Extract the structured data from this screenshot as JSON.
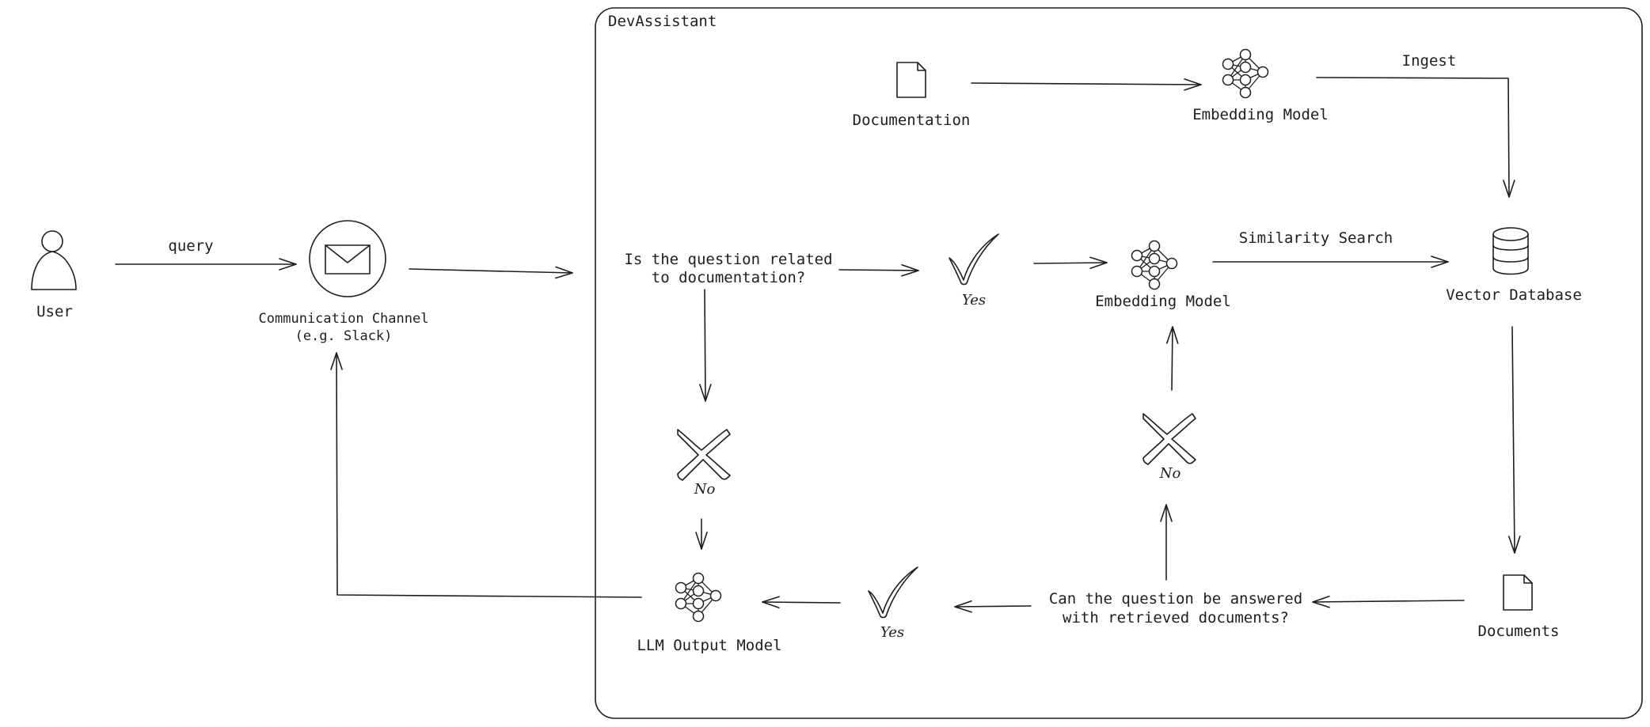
{
  "container": {
    "title": "DevAssistant"
  },
  "user": {
    "label": "User"
  },
  "edge_query": {
    "label": "query"
  },
  "channel": {
    "label_line1": "Communication Channel",
    "label_line2": "(e.g. Slack)"
  },
  "documentation": {
    "label": "Documentation"
  },
  "embedding_ingest": {
    "label": "Embedding Model"
  },
  "edge_ingest": {
    "label": "Ingest"
  },
  "question_related": {
    "line1": "Is the question related",
    "line2": "to documentation?"
  },
  "yes_top": {
    "label": "Yes"
  },
  "embedding_search": {
    "label": "Embedding Model"
  },
  "edge_similarity": {
    "label": "Similarity Search"
  },
  "vector_db": {
    "label": "Vector Database"
  },
  "no_left": {
    "label": "No"
  },
  "no_right": {
    "label": "No"
  },
  "documents": {
    "label": "Documents"
  },
  "question_answerable": {
    "line1": "Can the question be answered",
    "line2": "with retrieved documents?"
  },
  "yes_bottom": {
    "label": "Yes"
  },
  "llm_output": {
    "label": "LLM Output Model"
  }
}
